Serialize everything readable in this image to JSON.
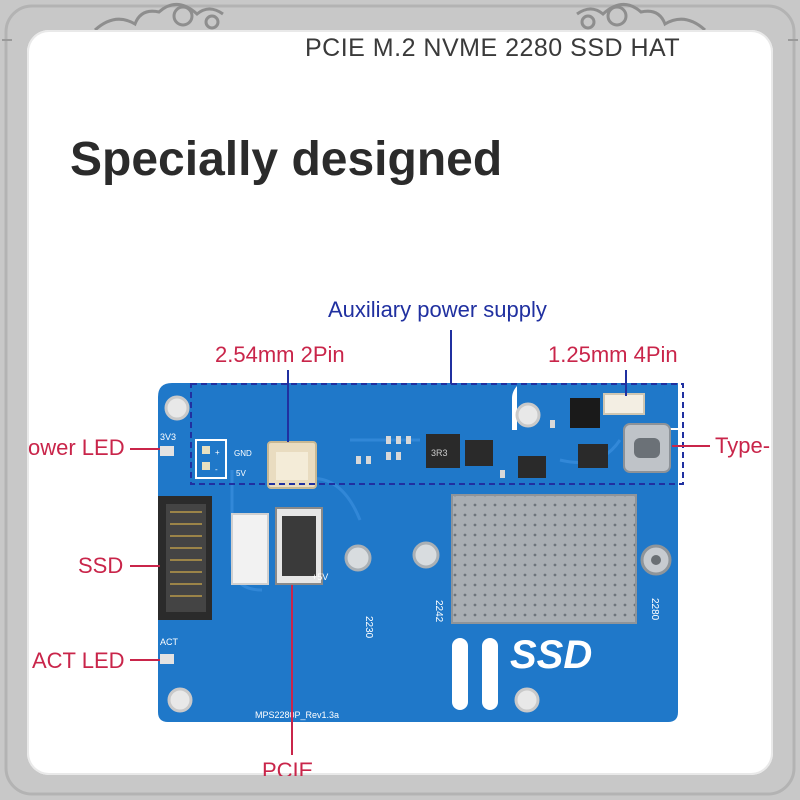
{
  "header": {
    "title": "PCIE M.2 NVME 2280 SSD HAT"
  },
  "headline": "Specially designed",
  "callouts": {
    "aux_power": "Auxiliary power supply",
    "pin_254": "2.54mm 2Pin",
    "pin_125": "1.25mm 4Pin",
    "power_led": "ower LED",
    "type_c": "Type-",
    "ssd": "SSD",
    "act_led": "ACT LED",
    "pcie": "PCIE"
  },
  "board": {
    "silkscreen_ssd": "SSD",
    "revision": "MPS2280P_Rev1.3a",
    "label_3v3": "3V3",
    "label_gnd": "GND",
    "label_5v": "5V",
    "label_plus5v": "+5V",
    "label_act": "ACT",
    "len_2230": "2230",
    "len_2242": "2242",
    "len_2280": "2280",
    "chip_marking": "3R3"
  },
  "colors": {
    "board": "#1f78c9",
    "callout_red": "#c9254a",
    "callout_blue": "#2030a0",
    "headline": "#2b2b2b"
  }
}
